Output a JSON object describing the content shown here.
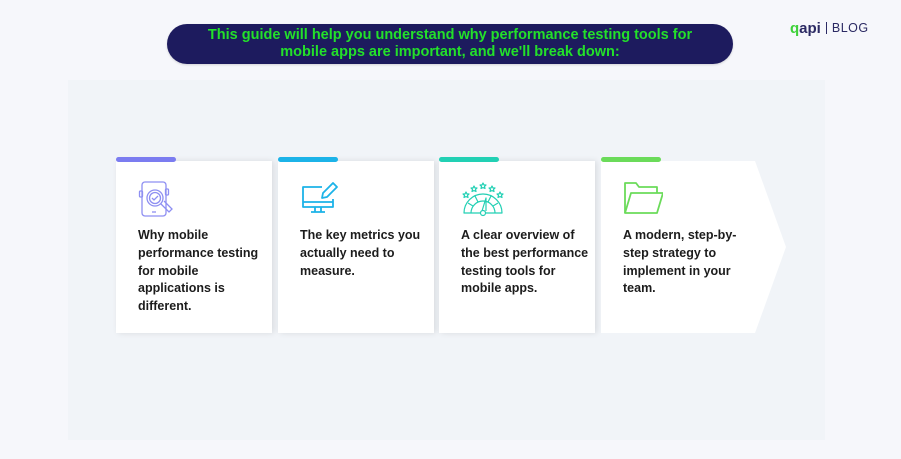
{
  "header": {
    "banner_line1": "This guide will help you understand why performance testing tools for",
    "banner_line2": "mobile apps are important, and we'll break down:"
  },
  "brand": {
    "logo_prefix": "q",
    "logo_rest": "api",
    "section": "BLOG"
  },
  "colors": {
    "banner_bg": "#1d1b5e",
    "banner_text": "#23e02a",
    "card1_accent": "#7b7cf0",
    "card2_accent": "#1cb3e8",
    "card3_accent": "#22d0b4",
    "card4_accent": "#6bdb5a"
  },
  "cards": [
    {
      "icon": "mobile-search-check-icon",
      "text": "Why mobile performance testing for mobile applications is different."
    },
    {
      "icon": "monitor-edit-icon",
      "text": "The key metrics you actually need to measure."
    },
    {
      "icon": "gauge-stars-icon",
      "text": "A clear overview of the best performance testing tools for mobile apps."
    },
    {
      "icon": "folder-open-icon",
      "text": "A modern, step-by-step strategy to implement in your team."
    }
  ]
}
